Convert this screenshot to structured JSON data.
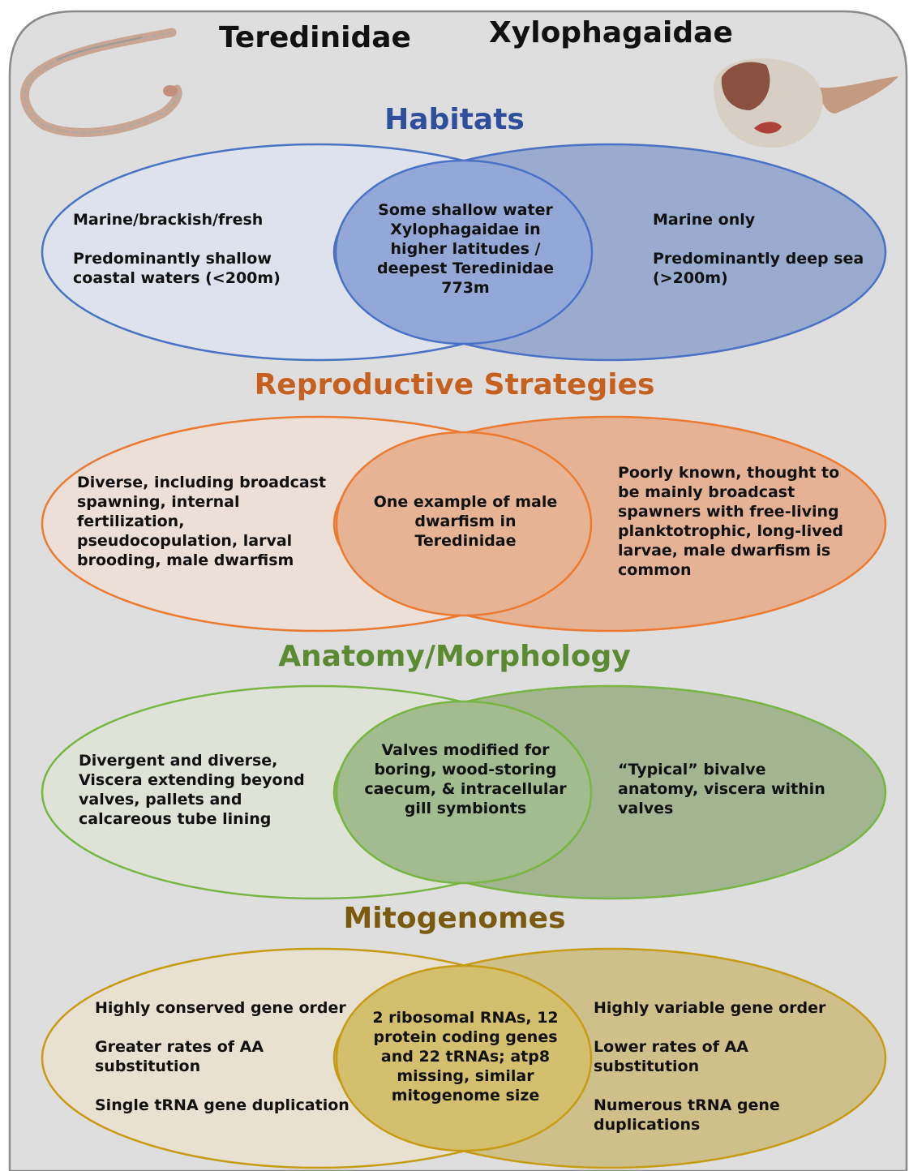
{
  "families": {
    "left": "Teredinidae",
    "right": "Xylophagaidae"
  },
  "sections": {
    "habitats": {
      "title": "Habitats",
      "color": "#2f4f9c",
      "left": [
        "Marine/brackish/fresh",
        "Predominantly shallow coastal waters (<200m)"
      ],
      "center": "Some shallow water Xylophagaidae in higher latitudes / deepest Teredinidae 773m",
      "right": [
        "Marine only",
        "Predominantly deep sea (>200m)"
      ]
    },
    "reproductive": {
      "title": "Reproductive Strategies",
      "color": "#c6601f",
      "left": [
        "Diverse, including broadcast spawning, internal fertilization, pseudocopulation, larval brooding, male dwarfism"
      ],
      "center": "One example of male dwarfism in Teredinidae",
      "right": [
        "Poorly known, thought to be mainly broadcast spawners with free-living planktotrophic, long-lived larvae, male dwarfism is common"
      ]
    },
    "anatomy": {
      "title": "Anatomy/Morphology",
      "color": "#5b8a32",
      "left": [
        "Divergent and diverse, Viscera extending beyond valves, pallets and calcareous tube lining"
      ],
      "center": "Valves modified for boring, wood-storing caecum, & intracellular gill symbionts",
      "right": [
        "“Typical” bivalve anatomy, viscera within valves"
      ]
    },
    "mitogenomes": {
      "title": "Mitogenomes",
      "color": "#7a5a0e",
      "left": [
        "Highly conserved gene order",
        "Greater rates of AA substitution",
        "Single tRNA gene duplication"
      ],
      "center": "2 ribosomal RNAs, 12 protein coding genes and 22 tRNAs; atp8 missing, similar mitogenome size",
      "right": [
        "Highly variable gene order",
        "Lower rates of AA substitution",
        "Numerous tRNA gene duplications"
      ]
    }
  }
}
